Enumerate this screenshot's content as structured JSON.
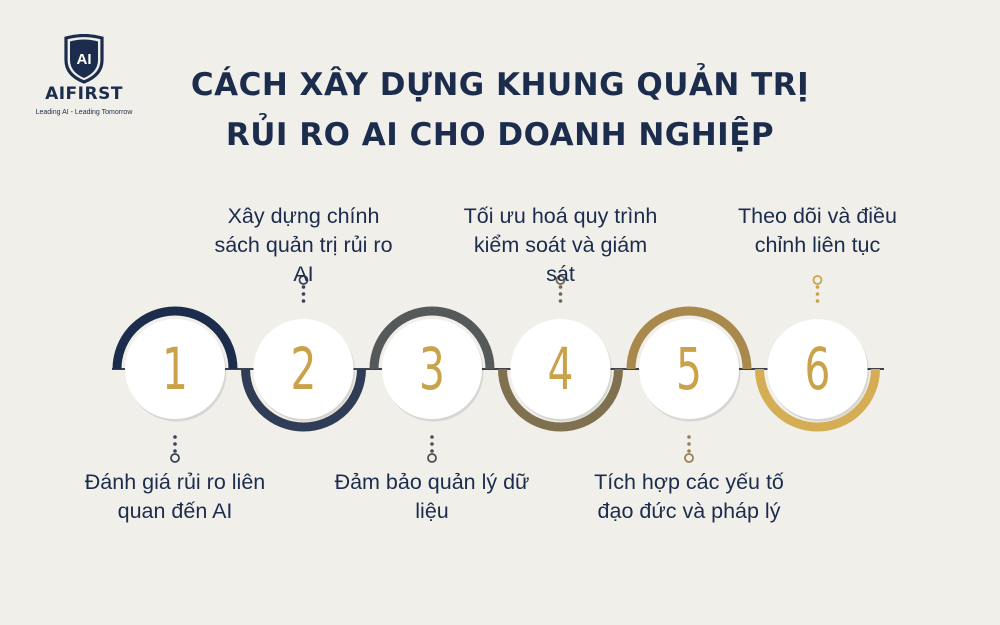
{
  "logo": {
    "mark": "AI",
    "name": "AIFIRST",
    "tagline": "Leading AI - Leading Tomorrow"
  },
  "title": {
    "line1": "CÁCH XÂY DỰNG KHUNG QUẢN TRỊ",
    "line2": "RỦI RO AI CHO DOANH NGHIỆP"
  },
  "colors": {
    "background": "#f1efea",
    "navy": "#1c2c4d",
    "gold": "#c9a24a",
    "circle_fill": "#ffffff"
  },
  "steps": [
    {
      "number": "1",
      "label": "Đánh giá rủi ro liên quan đến AI",
      "label_position": "bottom",
      "arc_color": "#1c2c4d",
      "arc_side": "top",
      "dot_color": "#3a4257"
    },
    {
      "number": "2",
      "label": "Xây dựng chính sách quản trị rủi ro AI",
      "label_position": "top",
      "arc_color": "#2f3d56",
      "arc_side": "bottom",
      "dot_color": "#3a4257"
    },
    {
      "number": "3",
      "label": "Đảm bảo quản lý dữ liệu",
      "label_position": "bottom",
      "arc_color": "#55595a",
      "arc_side": "top",
      "dot_color": "#4d5052"
    },
    {
      "number": "4",
      "label": "Tối ưu hoá quy trình kiểm soát và giám sát",
      "label_position": "top",
      "arc_color": "#7f704f",
      "arc_side": "bottom",
      "dot_color": "#6d6553"
    },
    {
      "number": "5",
      "label": "Tích hợp các yếu tố đạo đức và pháp lý",
      "label_position": "bottom",
      "arc_color": "#a9894b",
      "arc_side": "top",
      "dot_color": "#9a7f4f"
    },
    {
      "number": "6",
      "label": "Theo dõi và điều chỉnh liên tục",
      "label_position": "top",
      "arc_color": "#d4ad54",
      "arc_side": "bottom",
      "dot_color": "#c9a24a"
    }
  ]
}
